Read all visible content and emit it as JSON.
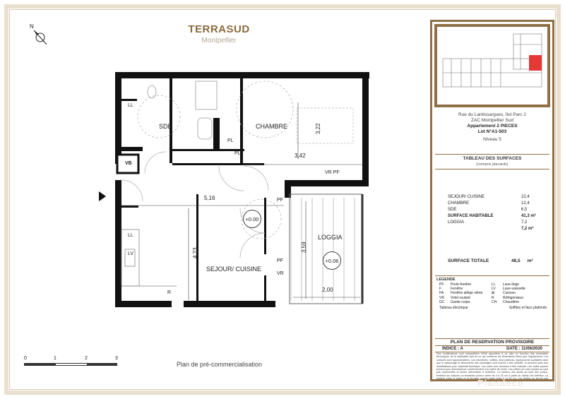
{
  "header": {
    "brand": "TERRASUD",
    "city": "Montpellier",
    "compass_letter": "N"
  },
  "rooms": {
    "sde": "SDE",
    "chambre": "CHAMBRE",
    "sejour": "SEJOUR/ CUISINE",
    "loggia": "LOGGIA"
  },
  "dimensions": {
    "d_516": "5,16",
    "d_342": "3,42",
    "d_322": "3,22",
    "d_423": "4,23",
    "d_359": "3,59",
    "d_200": "2,00"
  },
  "tags": {
    "ll_sde": "LL",
    "vb": "VB",
    "pl1": "PL",
    "pl2": "PL",
    "vr_pf": "VR PF",
    "pf": "PF",
    "pf2": "PF",
    "vr": "VR",
    "ll_kitchen": "LL",
    "lv": "LV",
    "r": "R"
  },
  "levels": {
    "sejour": "+0.00",
    "loggia": "+0.06"
  },
  "scale": {
    "ticks": [
      "0",
      "1",
      "2",
      "3"
    ]
  },
  "caption": "Plan de pré-commercialisation",
  "panel": {
    "address_line1": "Rue du Lantissargues, îlot Parc 2",
    "address_line2": "ZAC Montpellier Sud",
    "apartment": "Appartement 2 PIECES",
    "lot": "Lot N°A1-503",
    "level": "Niveau 5",
    "surfaces_title": "TABLEAU DES SURFACES",
    "surfaces_sub": "(compris placards)",
    "surfaces": [
      {
        "label": "SEJOUR/ CUISINE",
        "value": "22,4"
      },
      {
        "label": "CHAMBRE",
        "value": "12,4"
      },
      {
        "label": "SDE",
        "value": "6,5"
      }
    ],
    "habitable_label": "SURFACE HABITABLE",
    "habitable_value": "41,3 m²",
    "loggia_label": "LOGGIA",
    "loggia_value": "7,2",
    "loggia_total": "7,2 m²",
    "total_label": "SURFACE TOTALE",
    "total_value": "48,5",
    "total_unit": "m²",
    "legend_title": "LEGENDE",
    "legend": [
      [
        "PF",
        "Porte-fenêtre",
        "LL",
        "Lave-linge"
      ],
      [
        "F",
        "Fenêtre",
        "LV",
        "Lave-vaisselle"
      ],
      [
        "FA",
        "Fenêtre allège vitrée",
        "⊠",
        "Cuisson"
      ],
      [
        "VR",
        "Volet roulant",
        "R",
        "Réfrigérateur"
      ],
      [
        "GC",
        "Garde corps",
        "CH",
        "Chaudière"
      ]
    ],
    "legend_extra_left": "Tableau électrique",
    "legend_extra_right": "Soffites et faux plafonds",
    "reserve_title": "PLAN DE RESERVATION PROVISOIRE",
    "indice": "INDICE : A",
    "date": "DATE : 11/06/2020",
    "disclaimer": "Des modifications sont susceptibles d'être apportées à ce plan en fonction des nécessités techniques, de la réalisation tant en ce qui concerne les dimensions libres que l'équipement. Les surfaces sont approximatives. Les retombées, soffites, faux plafonds, équipements sanitaires ainsi que le calepinage et dimensions des carrelages sont fournis à titre indicatif, et peuvent subir des modifications pour impératif technique. Les cotes sont données à titre indicatif. Les voiles soumis servent pour dimensionner conformément à la notice de vente. Les coffres de volet roulant ne sont pas représentés et seront débordants à l'intérieur. La hauteur des seuils au droit des portes-fenêtres sur balcons ou terrasses pourra varier de 0 à 20 cm à partir du niveau fini intérieur. La hauteur entre le jardin et la terrasse pourra varier entre 0 et 60 cm. Les jardins ne seront pas engazonnés et les plantations sont données à titre indicatif. La végétation et les arbres ne sont pas représentés à l'échelle."
  },
  "watermark": "Plandeco"
}
